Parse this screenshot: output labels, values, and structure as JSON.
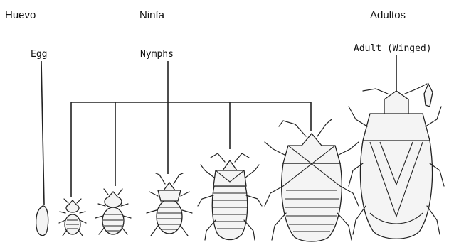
{
  "spanish_labels": {
    "egg": "Huevo",
    "nymph": "Ninfa",
    "adult": "Adultos"
  },
  "english_labels": {
    "egg": "Egg",
    "nymphs": "Nymphs",
    "adult": "Adult (Winged)"
  },
  "stages": [
    {
      "name": "egg"
    },
    {
      "name": "nymph-instar-1"
    },
    {
      "name": "nymph-instar-2"
    },
    {
      "name": "nymph-instar-3"
    },
    {
      "name": "nymph-instar-4"
    },
    {
      "name": "nymph-instar-5"
    },
    {
      "name": "adult-winged"
    }
  ]
}
